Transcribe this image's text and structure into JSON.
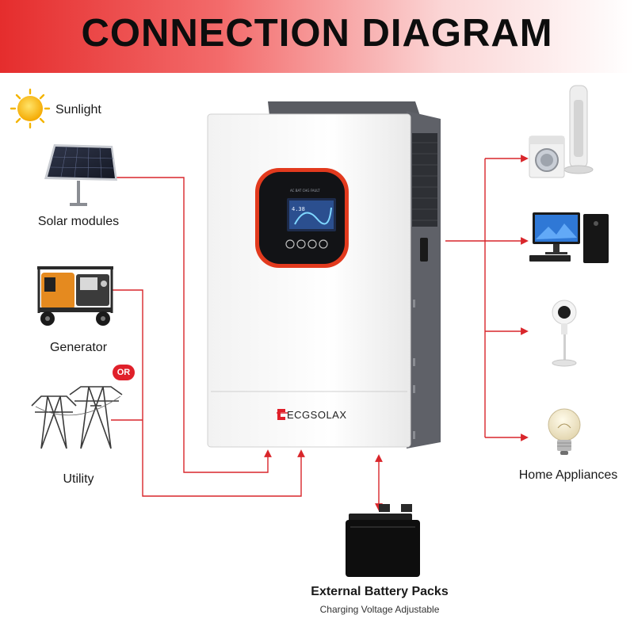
{
  "title": "CONNECTION DIAGRAM",
  "brand": "ECGSOLAX",
  "screen": {
    "display_value": "4.38"
  },
  "labels": {
    "sunlight": "Sunlight",
    "solar_modules": "Solar modules",
    "generator": "Generator",
    "or_badge": "OR",
    "utility": "Utility",
    "home_appliances": "Home Appliances",
    "battery_title": "External Battery Packs",
    "battery_subtitle": "Charging Voltage Adjustable"
  },
  "icons": [
    "sun-icon",
    "solar-panel-icon",
    "generator-icon",
    "power-tower-icon",
    "inverter-image",
    "battery-icon",
    "tower-fan-icon",
    "washing-machine-icon",
    "computer-icon",
    "air-circulator-icon",
    "light-bulb-icon"
  ],
  "colors": {
    "accent": "#e0202a",
    "line": "#d9262b",
    "banner_start": "#e52d2d"
  }
}
